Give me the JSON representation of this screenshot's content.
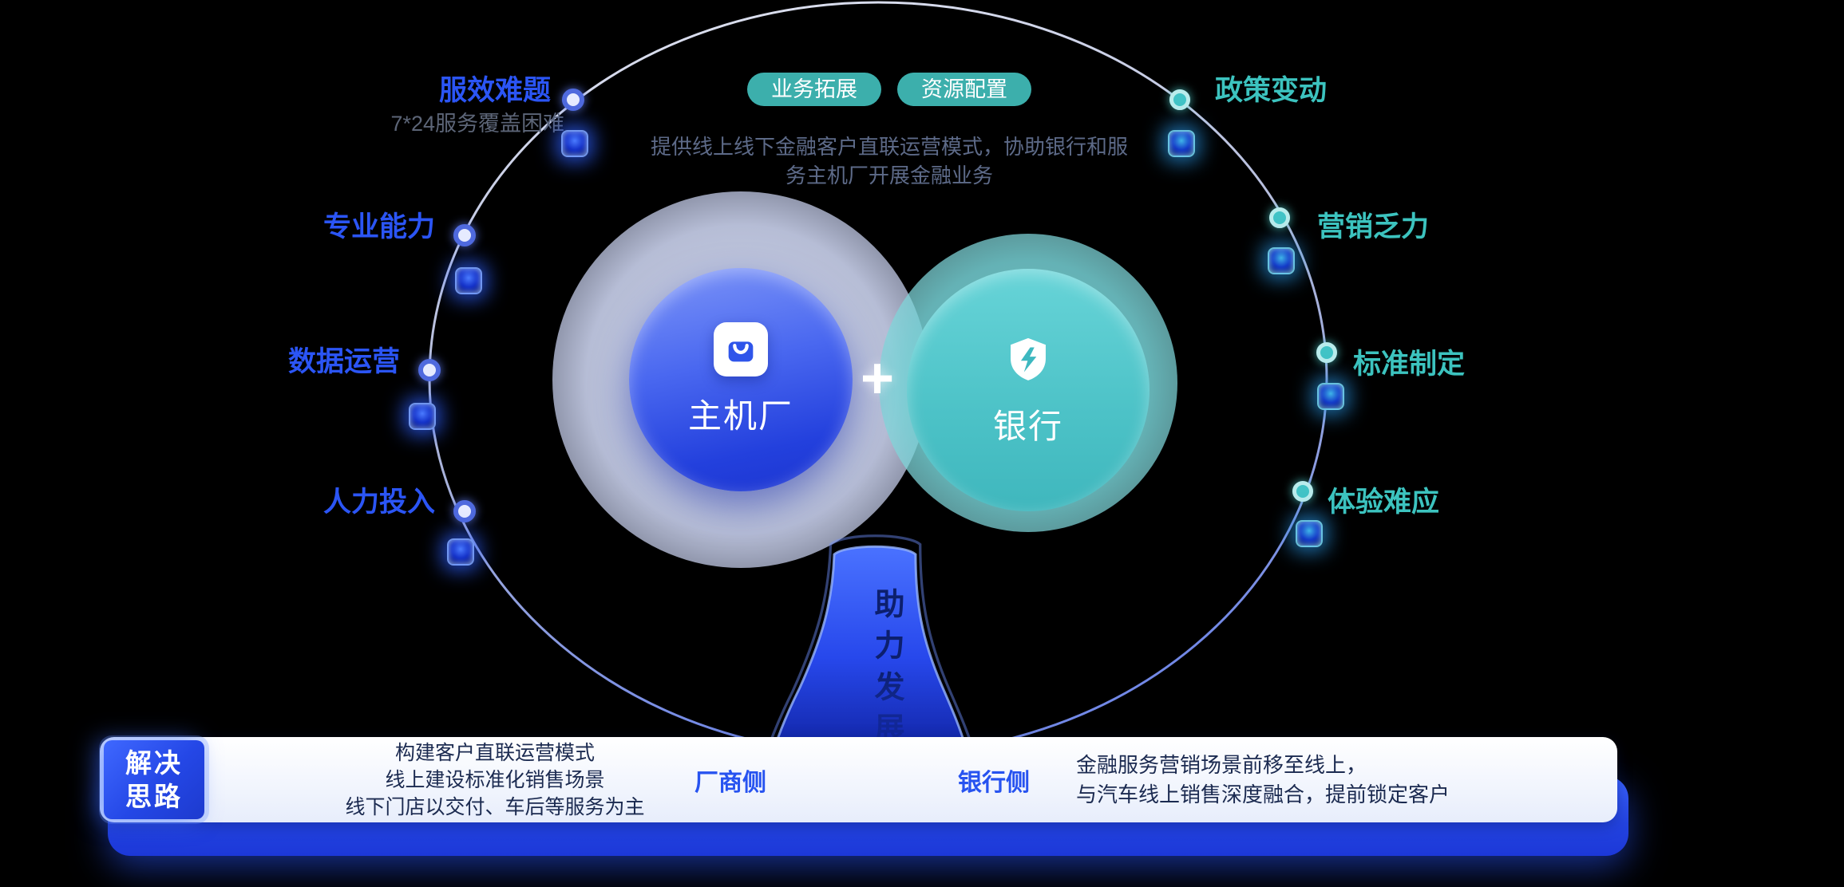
{
  "top": {
    "pills": [
      {
        "label": "业务拓展"
      },
      {
        "label": "资源配置"
      }
    ],
    "description_line1": "提供线上线下金融客户直联运营模式，协助银行和服",
    "description_line2": "务主机厂开展金融业务"
  },
  "left_items": [
    {
      "label": "服效难题",
      "sub": "7*24服务覆盖困难"
    },
    {
      "label": "专业能力"
    },
    {
      "label": "数据运营"
    },
    {
      "label": "人力投入"
    }
  ],
  "right_items": [
    {
      "label": "政策变动"
    },
    {
      "label": "营销乏力"
    },
    {
      "label": "标准制定"
    },
    {
      "label": "体验难应"
    }
  ],
  "center": {
    "left_circle": {
      "label": "主机厂",
      "icon": "shopping-bag"
    },
    "right_circle": {
      "label": "银行",
      "icon": "shield-bolt"
    },
    "plus": "+"
  },
  "trunk": {
    "text": "助力发展"
  },
  "solution_bar": {
    "badge_line1": "解决",
    "badge_line2": "思路",
    "dealer_lines": [
      "构建客户直联运营模式",
      "线上建设标准化销售场景",
      "线下门店以交付、车后等服务为主"
    ],
    "dealer_label": "厂商侧",
    "bank_label": "银行侧",
    "bank_line1": "金融服务营销场景前移至线上，",
    "bank_line2": "与汽车线上销售深度融合，提前锁定客户"
  },
  "colors": {
    "blue_accent": "#2b55f5",
    "teal_accent": "#3cc3bf",
    "sub_gray": "#5c6577",
    "desc_gray": "#5d6a88",
    "dark_text": "#1b2a50",
    "background": "#000000"
  }
}
